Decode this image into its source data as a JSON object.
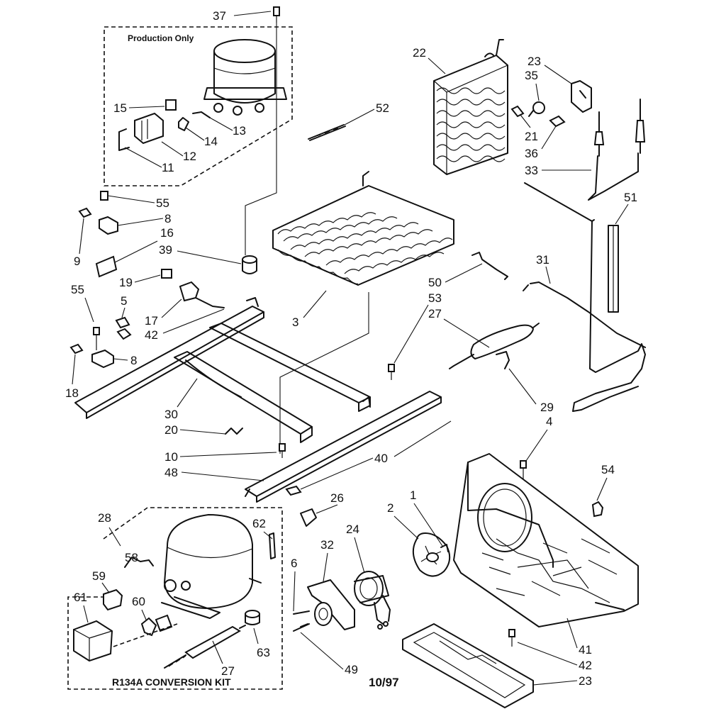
{
  "boxes": {
    "production_title": "Production Only",
    "conversion_title": "R134A CONVERSION KIT"
  },
  "date": "10/97",
  "callouts": [
    "37",
    "15",
    "14",
    "13",
    "12",
    "11",
    "22",
    "23",
    "35",
    "21",
    "36",
    "33",
    "52",
    "55",
    "8",
    "9",
    "16",
    "39",
    "19",
    "17",
    "42",
    "5",
    "3",
    "55",
    "8",
    "18",
    "51",
    "31",
    "50",
    "53",
    "27",
    "29",
    "30",
    "20",
    "10",
    "48",
    "40",
    "4",
    "54",
    "26",
    "28",
    "62",
    "58",
    "59",
    "61",
    "60",
    "63",
    "27",
    "6",
    "32",
    "24",
    "2",
    "1",
    "49",
    "41",
    "42",
    "23"
  ]
}
